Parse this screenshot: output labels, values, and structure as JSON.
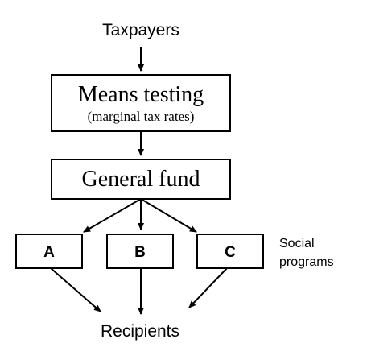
{
  "nodes": {
    "taxpayers": "Taxpayers",
    "means_testing": {
      "title": "Means testing",
      "subtitle": "(marginal tax rates)"
    },
    "general_fund": "General fund",
    "programs": [
      "A",
      "B",
      "C"
    ],
    "programs_label": [
      "Social",
      "programs"
    ],
    "recipients": "Recipients"
  }
}
